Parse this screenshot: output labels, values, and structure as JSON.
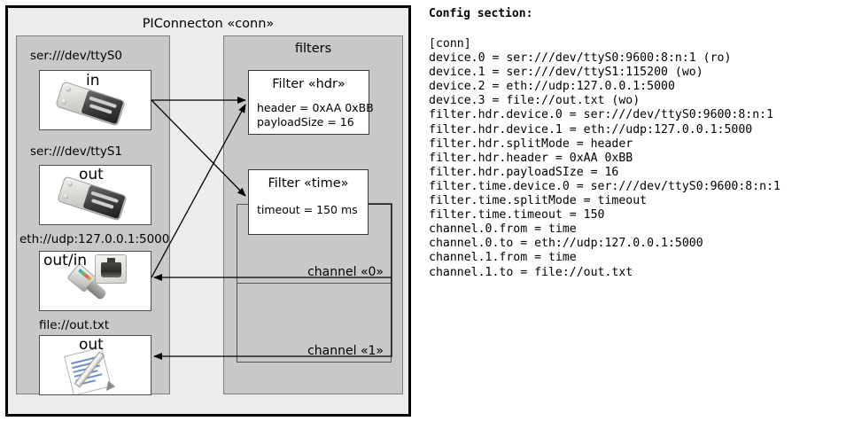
{
  "diagram": {
    "outer_title": "PIConnecton «conn»",
    "devices_panel": {
      "items": [
        {
          "label": "ser:///dev/ttyS0",
          "direction": "in",
          "icon": "serial-db9-icon"
        },
        {
          "label": "ser:///dev/ttyS1",
          "direction": "out",
          "icon": "serial-db9-icon"
        },
        {
          "label": "eth://udp:127.0.0.1:5000",
          "direction": "out/in",
          "icon": "ethernet-rj45-icon"
        },
        {
          "label": "file://out.txt",
          "direction": "out",
          "icon": "text-document-icon"
        }
      ]
    },
    "filters_panel": {
      "title": "filters",
      "filters": [
        {
          "title": "Filter «hdr»",
          "props": [
            "header = 0xAA 0xBB",
            "payloadSize = 16"
          ]
        },
        {
          "title": "Filter «time»",
          "props": [
            "timeout = 150 ms"
          ]
        }
      ],
      "channels": [
        {
          "label": "channel «0»"
        },
        {
          "label": "channel «1»"
        }
      ]
    }
  },
  "config": {
    "title": "Config section:",
    "lines": [
      "[conn]",
      "device.0 = ser:///dev/ttyS0:9600:8:n:1 (ro)",
      "device.1 = ser:///dev/ttyS1:115200 (wo)",
      "device.2 = eth://udp:127.0.0.1:5000",
      "device.3 = file://out.txt (wo)",
      "filter.hdr.device.0 = ser:///dev/ttyS0:9600:8:n:1",
      "filter.hdr.device.1 = eth://udp:127.0.0.1:5000",
      "filter.hdr.splitMode = header",
      "filter.hdr.header = 0xAA 0xBB",
      "filter.hdr.payloadSIze = 16",
      "filter.time.device.0 = ser:///dev/ttyS0:9600:8:n:1",
      "filter.time.splitMode = timeout",
      "filter.time.timeout = 150",
      "channel.0.from = time",
      "channel.0.to = eth://udp:127.0.0.1:5000",
      "channel.1.from = time",
      "channel.1.to = file://out.txt"
    ]
  },
  "colors": {
    "frame_bg": "#ededed",
    "panel_bg": "#c8c8c8",
    "box_bg": "#ffffff",
    "stroke": "#000000"
  }
}
